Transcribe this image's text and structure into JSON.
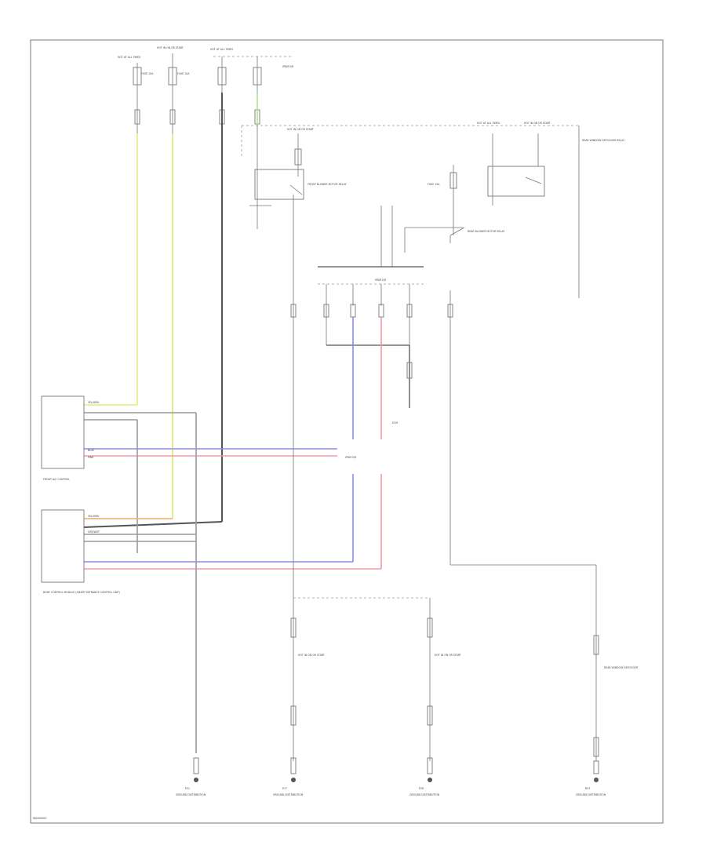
{
  "footer_code": "W0000000",
  "components": {
    "front_ac_control": "FRONT A/C CONTROL",
    "body_control_module": "BODY CONTROL MODULE (SMART ENTRANCE CONTROL UNIT)",
    "front_blower_motor_relay": "FRONT BLOWER MOTOR RELAY",
    "rear_blower_motor_relay": "REAR BLOWER MOTOR RELAY",
    "rear_window_defogger_relay": "REAR WINDOW DEFOGGER RELAY",
    "ipdm": "IPDM E/R",
    "ecm": "ECM",
    "rear_window_defogger": "REAR WINDOW DEFOGGER"
  },
  "grounds": [
    {
      "id": "E21",
      "label": "GROUND DISTRIBUTION"
    },
    {
      "id": "E17",
      "label": "GROUND DISTRIBUTION"
    },
    {
      "id": "E28",
      "label": "GROUND DISTRIBUTION"
    },
    {
      "id": "B23",
      "label": "GROUND DISTRIBUTION"
    }
  ],
  "wire_colors": {
    "yellow": "#e6ec7a",
    "blue": "#8a8cf2",
    "pink": "#f29aa6",
    "orange": "#f2b27a",
    "gray": "#9a9a9a",
    "green": "#b6e08e"
  },
  "wire_labels": {
    "yellow_green": "YEL/GRN",
    "blue": "BLUE",
    "pink": "PINK",
    "orange": "YEL/ORN",
    "gray_white": "GRY/WHT"
  },
  "notes": {
    "hot_at_all_times": "HOT AT ALL TIMES",
    "hot_in_on": "HOT IN ON OR START",
    "fuse_10a": "FUSE 10A",
    "fuse_15a": "FUSE 15A"
  }
}
